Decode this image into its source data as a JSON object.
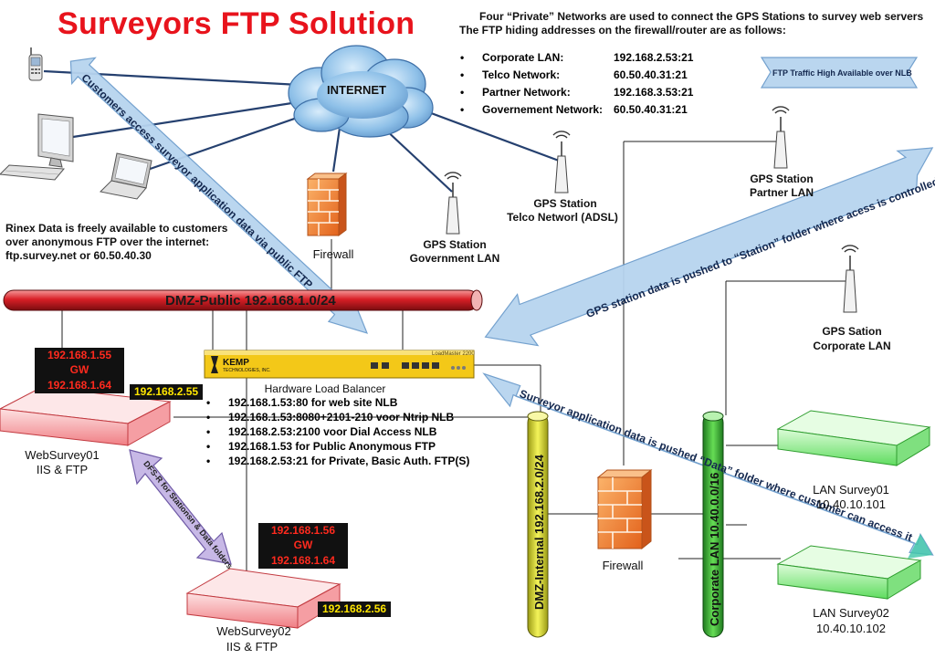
{
  "title": "Surveyors FTP Solution",
  "header": {
    "line1": "Four “Private” Networks are used to connect the GPS Stations to survey web servers",
    "line2": "The FTP hiding addresses on the firewall/router are as follows:",
    "networks": [
      {
        "name": "Corporate LAN:",
        "addr": "192.168.2.53:21"
      },
      {
        "name": "Telco Network:",
        "addr": "60.50.40.31:21"
      },
      {
        "name": "Partner Network:",
        "addr": "192.168.3.53:21"
      },
      {
        "name": "Governement Network:",
        "addr": "60.50.40.31:21"
      }
    ]
  },
  "nlb_arrow": "FTP Traffic High Available over NLB",
  "internet": "INTERNET",
  "rinex": {
    "line1": "Rinex Data is freely available to customers",
    "line2": "over anonymous FTP over the internet:",
    "line3": "ftp.survey.net or 60.50.40.30"
  },
  "firewall_top": "Firewall",
  "firewall_bottom": "Firewall",
  "gps": {
    "telco": [
      "GPS Station",
      "Telco Networl (ADSL)"
    ],
    "government": [
      "GPS Station",
      "Government LAN"
    ],
    "partner": [
      "GPS Station",
      "Partner LAN"
    ],
    "corporate": [
      "GPS Sation",
      "Corporate LAN"
    ]
  },
  "dmz_public": "DMZ-Public 192.168.1.0/24",
  "dmz_internal": "DMZ-Internal 192.168.2.0/24",
  "corporate_lan": "Corporate LAN 10.40.0.0/16",
  "load_balancer": {
    "brand": "KEMP",
    "brand_sub": "TECHNOLOGIES, INC.",
    "model": "LoadMaster 2200",
    "title": "Hardware Load Balancer",
    "rules": [
      "192.168.1.53:80 for web site NLB",
      "192.168.1.53:8080+2101-210 voor Ntrip NLB",
      "192.168.2.53:2100 voor Dial Access NLB",
      "192.168.1.53 for Public Anonymous FTP",
      "192.168.2.53:21 for Private, Basic Auth. FTP(S)"
    ]
  },
  "ws1": {
    "ip": "192.168.1.55",
    "gw": "GW 192.168.1.64",
    "ip2": "192.168.2.55",
    "name": "WebSurvey01",
    "role": "IIS & FTP"
  },
  "ws2": {
    "ip": "192.168.1.56",
    "gw": "GW 192.168.1.64",
    "ip2": "192.168.2.56",
    "name": "WebSurvey02",
    "role": "IIS & FTP"
  },
  "dfs": "DFS-R for Stationsn & Data folders",
  "lan1": {
    "name": "LAN Survey01",
    "ip": "10.40.10.101"
  },
  "lan2": {
    "name": "LAN Survey02",
    "ip": "10.40.10.102"
  },
  "arrows": {
    "customers": "Customers access surveyor application data via public FTP",
    "gps": "GPS station data is pushed to “Station” folder where acess is controlled",
    "surveyor": "Surveyor application data is pushed “Data” folder where customer can access it"
  },
  "colors": {
    "title": "#e8131c",
    "arrow": "#b5d3ef",
    "server_red": "#f5a3a6",
    "server_green": "#8ff08f",
    "dmz_public": "#d92027",
    "pipe_yellow": "#dede2a",
    "pipe_green": "#3bb53b",
    "firewall": "#f07c22"
  }
}
